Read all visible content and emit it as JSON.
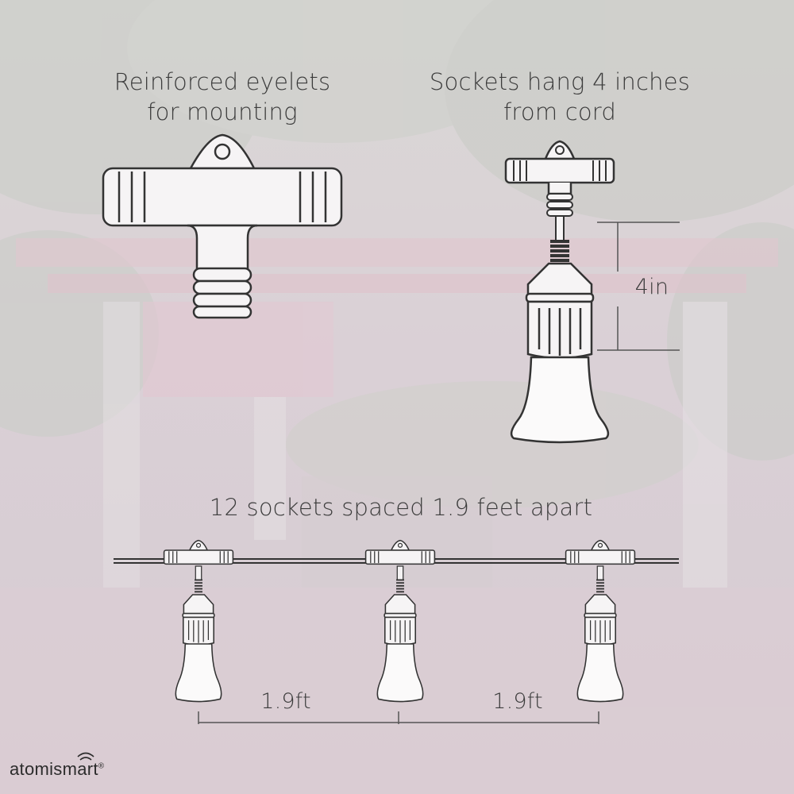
{
  "labels": {
    "eyelet_line1": "Reinforced eyelets",
    "eyelet_line2": "for mounting",
    "socket_line1": "Sockets hang 4 inches",
    "socket_line2": "from cord",
    "spacing": "12 sockets spaced 1.9 feet apart",
    "height": "4in",
    "spacing_left": "1.9ft",
    "spacing_right": "1.9ft"
  },
  "brand": {
    "name_part1": "atomi",
    "name_part2": "smart",
    "registered": "®"
  },
  "colors": {
    "line": "#333333",
    "fill": "#f6f4f5",
    "text": "#3c3c3c"
  }
}
